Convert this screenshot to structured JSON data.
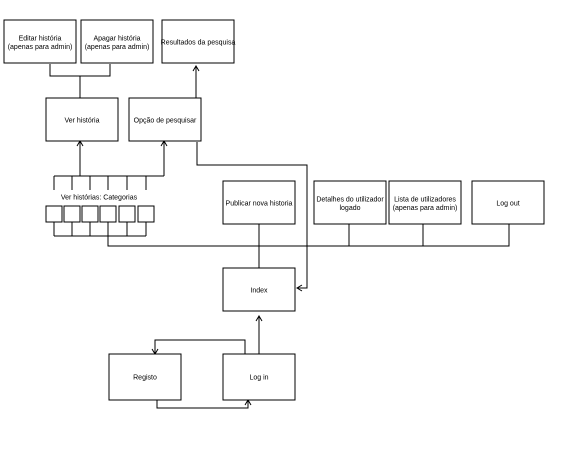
{
  "nodes": {
    "editar": "Editar história\n(apenas para admin)",
    "apagar": "Apagar história\n(apenas para admin)",
    "resultados": "Resultados da pesquisa",
    "ver": "Ver história",
    "opcao": "Opção de pesquisar",
    "categorias": "Ver histórias: Categorias",
    "publicar": "Publicar nova historia",
    "detalhes": "Detalhes do utilizador\nlogado",
    "lista": "Lista de utilizadores\n(apenas para admin)",
    "logout": "Log out",
    "index": "Index",
    "registo": "Registo",
    "login": "Log in"
  },
  "colors": {
    "stroke": "#000000",
    "background": "#ffffff"
  }
}
